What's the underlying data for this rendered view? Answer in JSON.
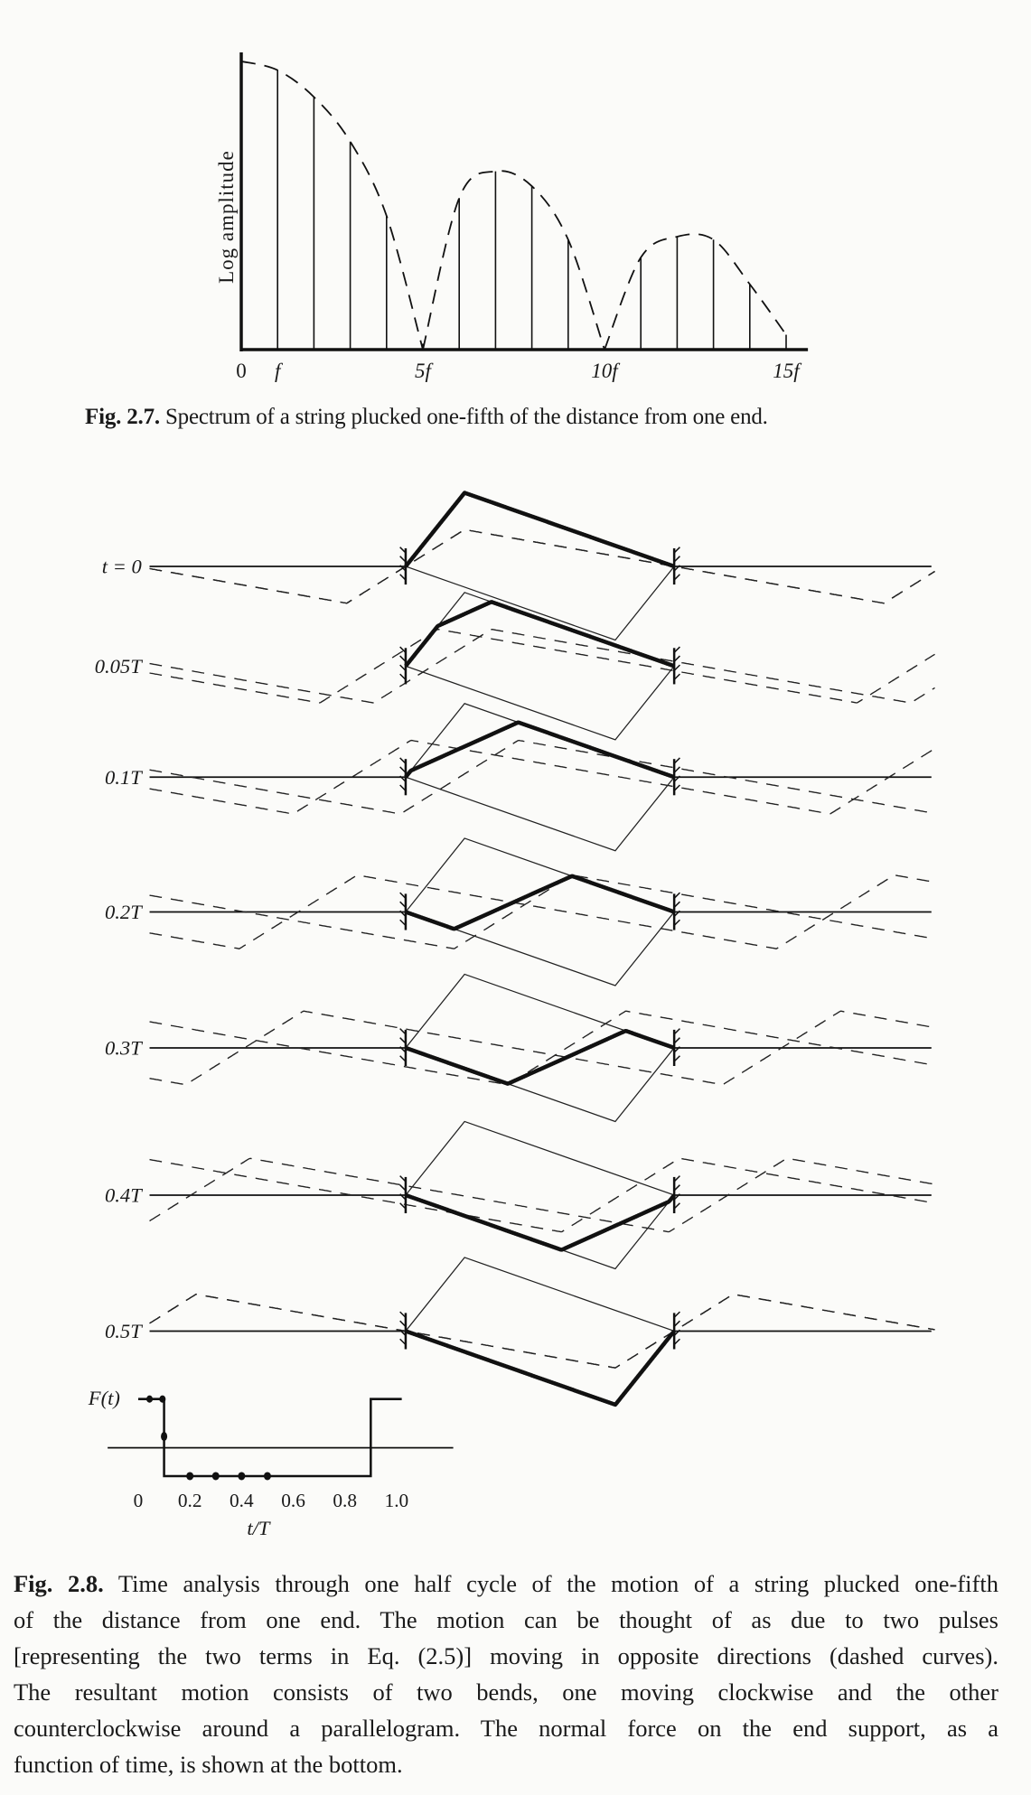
{
  "figure_2_7": {
    "caption_label": "Fig. 2.7.",
    "caption_text": " Spectrum of a string plucked one-fifth of the distance from one end.",
    "chart_data": {
      "type": "bar",
      "title": "Spectrum of a string plucked one-fifth of the distance from one end",
      "xlabel": "",
      "ylabel": "Log amplitude",
      "x_tick_labels": [
        {
          "harmonic": 0,
          "label": "0"
        },
        {
          "harmonic": 1,
          "label": "f"
        },
        {
          "harmonic": 5,
          "label": "5f"
        },
        {
          "harmonic": 10,
          "label": "10f"
        },
        {
          "harmonic": 15,
          "label": "15f"
        }
      ],
      "xlim": [
        0,
        16
      ],
      "ylim": [
        0,
        100
      ],
      "harmonics": [
        1,
        2,
        3,
        4,
        5,
        6,
        7,
        8,
        9,
        10,
        11,
        12,
        13,
        14,
        15
      ],
      "values": [
        94,
        85,
        70,
        45,
        2,
        51,
        60,
        55,
        37,
        0,
        31,
        38,
        37,
        22,
        5
      ],
      "envelope": {
        "style": "dashed",
        "x": [
          0,
          1,
          2,
          3,
          4,
          5,
          6,
          7,
          8,
          9,
          10,
          11,
          12,
          13,
          14,
          15
        ],
        "y": [
          97,
          94,
          85,
          70,
          45,
          0,
          51,
          60,
          55,
          37,
          0,
          31,
          38,
          37,
          22,
          5
        ]
      }
    }
  },
  "figure_2_8": {
    "rows": [
      {
        "label": "t = 0",
        "t": 0,
        "baseline": true
      },
      {
        "label": "0.05T",
        "t": 0.05,
        "baseline": false
      },
      {
        "label": "0.1T",
        "t": 0.1,
        "baseline": true
      },
      {
        "label": "0.2T",
        "t": 0.2,
        "baseline": true
      },
      {
        "label": "0.3T",
        "t": 0.3,
        "baseline": true
      },
      {
        "label": "0.4T",
        "t": 0.4,
        "baseline": true
      },
      {
        "label": "0.5T",
        "t": 0.5,
        "baseline": true
      }
    ],
    "force_plot": {
      "ylabel": "F(t)",
      "xlabel": "t/T",
      "x_ticks": [
        "0",
        "0.2",
        "0.4",
        "0.6",
        "0.8",
        "1.0"
      ],
      "x_tick_values": [
        0,
        0.2,
        0.4,
        0.6,
        0.8,
        1.0
      ],
      "step_down_at": 0.1,
      "step_up_at": 0.9,
      "high_dots": [
        0,
        0.05
      ],
      "mid_dot": 0.1,
      "low_dots": [
        0.2,
        0.3,
        0.4,
        0.5
      ]
    },
    "caption_label": "Fig. 2.8.",
    "caption_lines": [
      " Time analysis through one half cycle of the motion of a string plucked one-fifth",
      "of the distance from one end. The motion can be thought of as due to two pulses",
      "[representing the two terms in Eq. (2.5)] moving in opposite directions (dashed curves).",
      "The resultant motion consists of two bends, one moving clockwise and the other",
      "counterclockwise around a parallelogram. The normal force on the end support, as a",
      "function of time, is shown at the bottom."
    ]
  }
}
